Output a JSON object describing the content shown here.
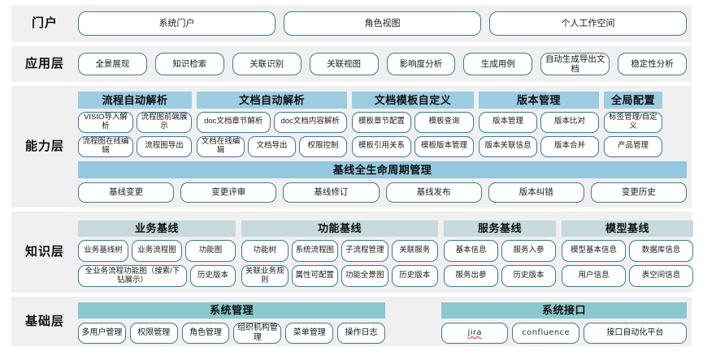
{
  "layers": [
    {
      "id": "portal",
      "label": "门户",
      "items": [
        "系统门户",
        "角色视图",
        "个人工作空间"
      ]
    },
    {
      "id": "application",
      "label": "应用层",
      "items": [
        "全景展现",
        "知识检索",
        "关联识别",
        "关联视图",
        "影响度分析",
        "生成用例",
        "自动生成导出文档",
        "稳定性分析"
      ]
    },
    {
      "id": "capability",
      "label": "能力层",
      "groups": [
        {
          "title": "流程自动解析",
          "rows": [
            [
              "VISIO导入解析",
              "流程图前端展示"
            ],
            [
              "流程图在线编辑",
              "流程图导出"
            ]
          ]
        },
        {
          "title": "文档自动解析",
          "rows": [
            [
              "doc文档章节解析",
              "doc文档内容解析"
            ],
            [
              "文档在线编辑",
              "文档导出",
              "权限控制"
            ]
          ]
        },
        {
          "title": "文档模板自定义",
          "rows": [
            [
              "模板章节配置",
              "模板查询"
            ],
            [
              "模板引用关系",
              "模板版本管理"
            ]
          ]
        },
        {
          "title": "版本管理",
          "rows": [
            [
              "版本管理",
              "版本比对"
            ],
            [
              "版本关联信息",
              "版本合并"
            ]
          ]
        },
        {
          "title": "全局配置",
          "rows": [
            [
              "标签管理/自定义"
            ],
            [
              "产品管理"
            ]
          ]
        }
      ],
      "baseline": {
        "title": "基线全生命周期管理",
        "items": [
          "基线变更",
          "变更评审",
          "基线修订",
          "基线发布",
          "版本纠错",
          "变更历史"
        ]
      }
    },
    {
      "id": "knowledge",
      "label": "知识层",
      "groups": [
        {
          "title": "业务基线",
          "rows": [
            [
              "业务基线树",
              "业务流程图",
              "功能图"
            ],
            [
              "全业务流程功能图（搜索/下钻展示）",
              "历史版本"
            ]
          ]
        },
        {
          "title": "功能基线",
          "rows": [
            [
              "功能树",
              "系统流程图",
              "子流程管理",
              "关联服务"
            ],
            [
              "关联业务规则",
              "属性可配置",
              "功能全景图",
              "历史版本"
            ]
          ]
        },
        {
          "title": "服务基线",
          "rows": [
            [
              "基本信息",
              "服务入参"
            ],
            [
              "服务出参",
              "历史版本"
            ]
          ]
        },
        {
          "title": "模型基线",
          "rows": [
            [
              "模型基本信息",
              "数据库信息"
            ],
            [
              "用户信息",
              "表空间信息"
            ]
          ]
        }
      ]
    },
    {
      "id": "infrastructure",
      "label": "基础层",
      "groups": [
        {
          "title": "系统管理",
          "items": [
            "多用户管理",
            "权限管理",
            "角色管理",
            "组织机构管理",
            "菜单管理",
            "操作日志"
          ]
        },
        {
          "title": "系统接口",
          "items": [
            "jira",
            "confluence",
            "接口自动化平台"
          ]
        }
      ]
    }
  ],
  "colors": {
    "band_background": "#f0f0f0",
    "pill_border": "#3f7a93",
    "capability_header": "#9ccde1",
    "baseline_header": "#92c8e0",
    "knowledge_header": "#c6d9dd",
    "infrastructure_header": "#89c9ce",
    "page_background": "#ffffff"
  }
}
